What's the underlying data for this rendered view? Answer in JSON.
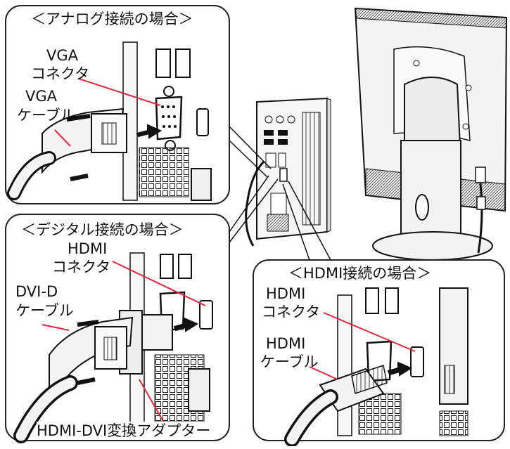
{
  "panels": {
    "analog": {
      "title": "＜アナログ接続の場合＞",
      "connector_label": [
        "VGA",
        "コネクタ"
      ],
      "cable_label": [
        "VGA",
        "ケーブル"
      ]
    },
    "digital": {
      "title": "＜デジタル接続の場合＞",
      "connector_label": [
        "HDMI",
        "コネクタ"
      ],
      "cable_label": [
        "DVI-D",
        "ケーブル"
      ],
      "adapter_label": "HDMI-DVI変換アダプター"
    },
    "hdmi": {
      "title": "＜HDMI接続の場合＞",
      "connector_label": [
        "HDMI",
        "コネクタ"
      ],
      "cable_label": [
        "HDMI",
        "ケーブル"
      ]
    }
  },
  "colors": {
    "leader_line": "#e8263a",
    "arrow": "#111111",
    "panel_border": "#222222"
  }
}
